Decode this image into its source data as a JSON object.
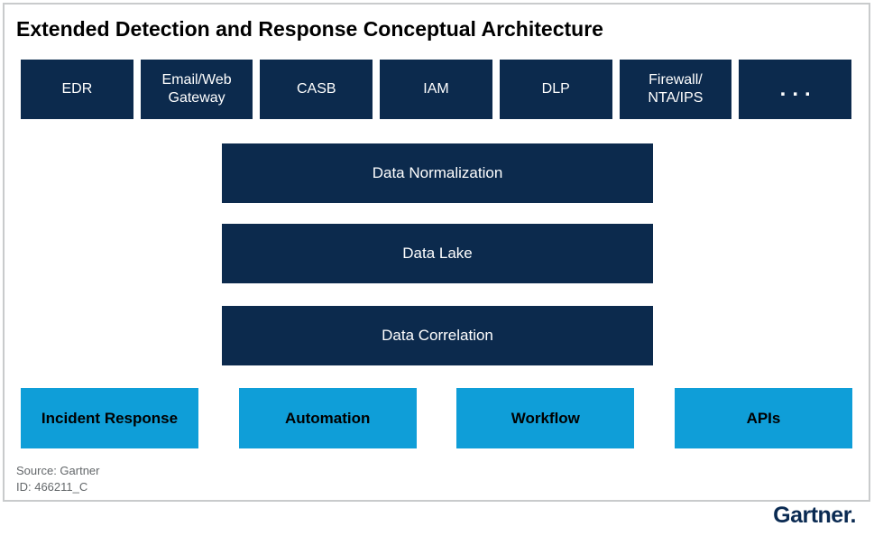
{
  "title": "Extended Detection and Response Conceptual Architecture",
  "colors": {
    "navy": "#0c2a4d",
    "light_blue": "#0f9ed8",
    "border": "#c9cbcc",
    "footer_text": "#63676a",
    "logo_navy": "#0a2a52",
    "title_text": "#000000",
    "box_text_light": "#ffffff",
    "box_text_dark": "#000000"
  },
  "top_row": [
    "EDR",
    "Email/Web\nGateway",
    "CASB",
    "IAM",
    "DLP",
    "Firewall/\nNTA/IPS",
    "..."
  ],
  "middle_stack": [
    "Data Normalization",
    "Data Lake",
    "Data Correlation"
  ],
  "bottom_row": [
    "Incident Response",
    "Automation",
    "Workflow",
    "APIs"
  ],
  "footer": {
    "source": "Source: Gartner",
    "id": "ID: 466211_C"
  },
  "logo_text": "Gartner."
}
